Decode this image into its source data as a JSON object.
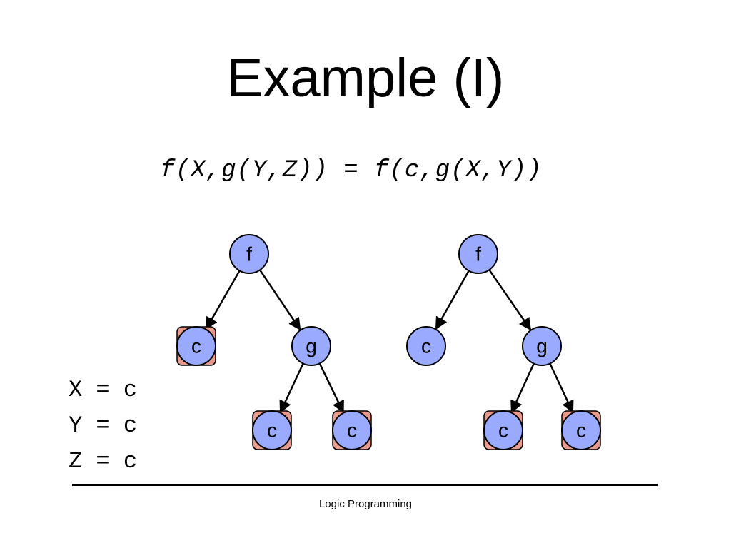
{
  "slide": {
    "title": "Example (I)",
    "equation": "f(X,g(Y,Z)) = f(c,g(X,Y))",
    "footer": "Logic Programming"
  },
  "bindings": [
    {
      "text": "X = c"
    },
    {
      "text": "Y = c"
    },
    {
      "text": "Z = c"
    }
  ],
  "colors": {
    "node_fill": "#99aaff",
    "node_stroke": "#000000",
    "bound_square_fill": "#e89a8c"
  },
  "trees": [
    {
      "nodes": [
        {
          "id": "l-f",
          "label": "f",
          "bound": false
        },
        {
          "id": "l-c",
          "label": "c",
          "bound": true
        },
        {
          "id": "l-g",
          "label": "g",
          "bound": false
        },
        {
          "id": "l-gc1",
          "label": "c",
          "bound": true
        },
        {
          "id": "l-gc2",
          "label": "c",
          "bound": true
        }
      ]
    },
    {
      "nodes": [
        {
          "id": "r-f",
          "label": "f",
          "bound": false
        },
        {
          "id": "r-c",
          "label": "c",
          "bound": false
        },
        {
          "id": "r-g",
          "label": "g",
          "bound": false
        },
        {
          "id": "r-gc1",
          "label": "c",
          "bound": true
        },
        {
          "id": "r-gc2",
          "label": "c",
          "bound": true
        }
      ]
    }
  ]
}
